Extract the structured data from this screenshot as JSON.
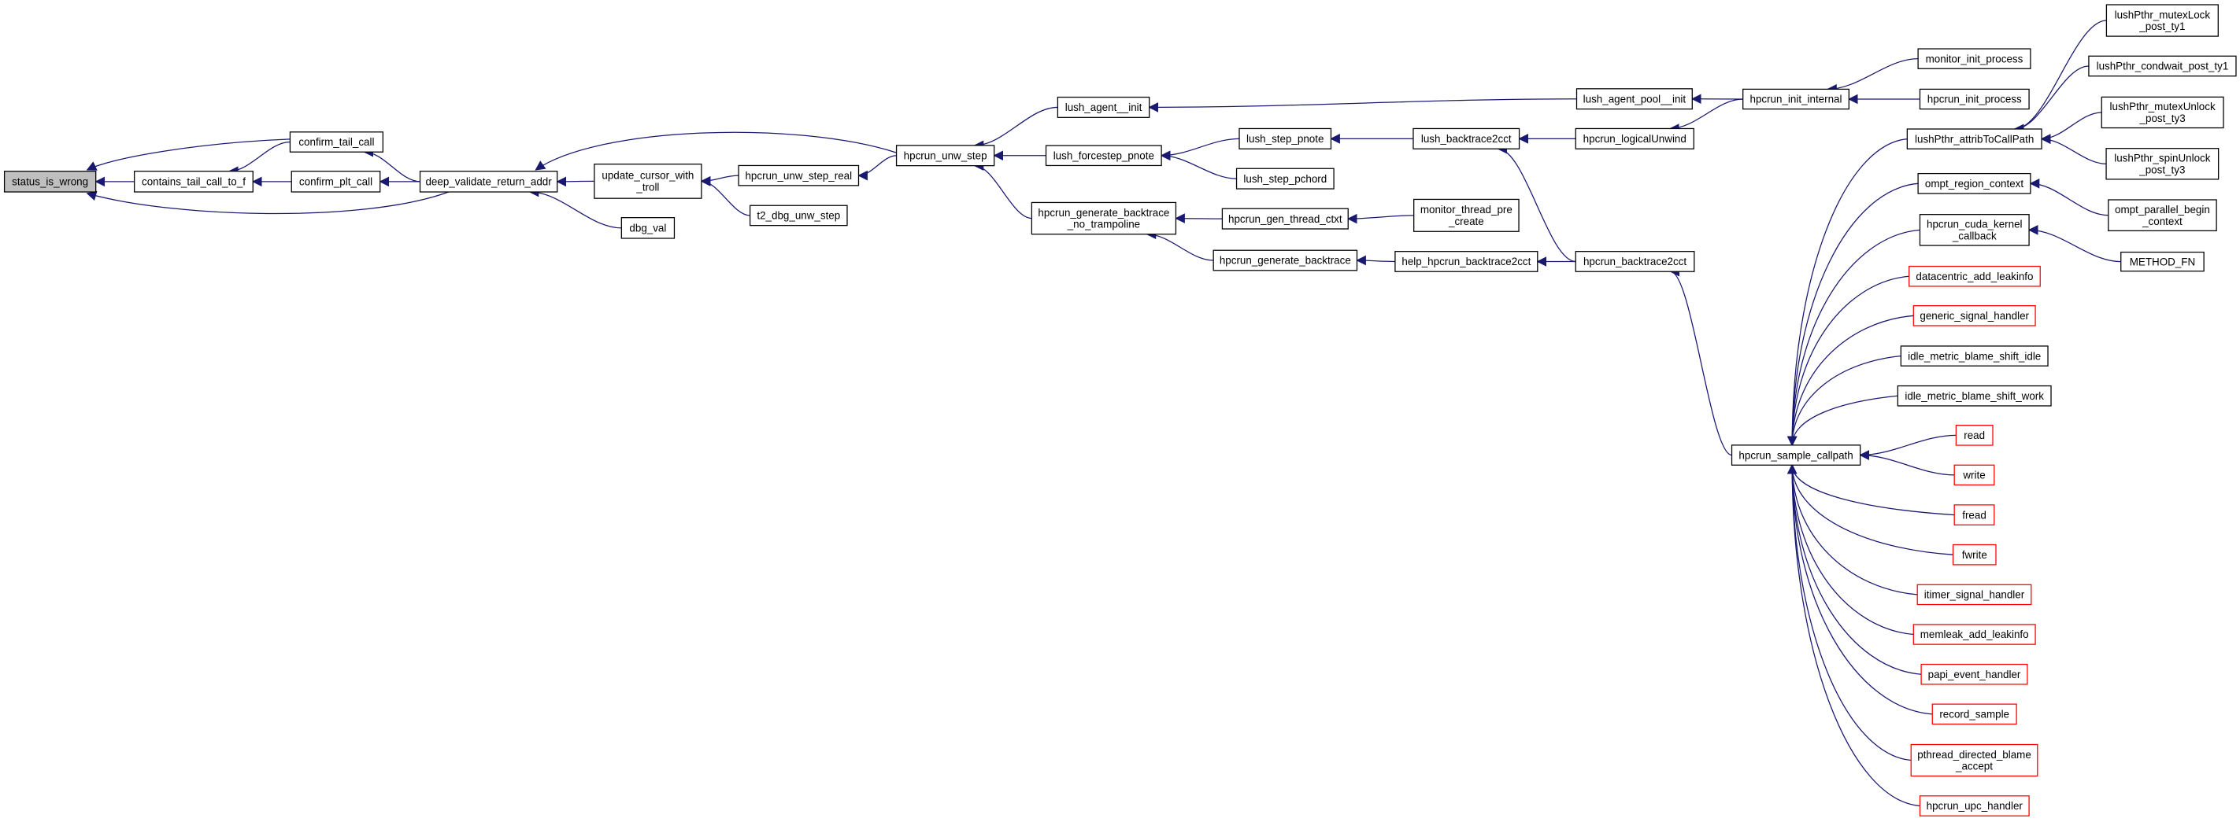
{
  "graph": {
    "title": "Caller graph of status_is_wrong",
    "colors": {
      "edge": "#191970",
      "node_border": "#000000",
      "truncated_border": "#ff0000",
      "highlight_fill": "#bfbfbf"
    },
    "nodes": [
      {
        "id": "status_is_wrong",
        "lines": [
          "status_is_wrong"
        ],
        "highlighted": true
      },
      {
        "id": "contains_tail_call_to_f",
        "lines": [
          "contains_tail_call_to_f"
        ]
      },
      {
        "id": "confirm_tail_call",
        "lines": [
          "confirm_tail_call"
        ]
      },
      {
        "id": "confirm_plt_call",
        "lines": [
          "confirm_plt_call"
        ]
      },
      {
        "id": "deep_validate_return_addr",
        "lines": [
          "deep_validate_return_addr"
        ]
      },
      {
        "id": "update_cursor_with_troll",
        "lines": [
          "update_cursor_with",
          "_troll"
        ]
      },
      {
        "id": "dbg_val",
        "lines": [
          "dbg_val"
        ]
      },
      {
        "id": "hpcrun_unw_step_real",
        "lines": [
          "hpcrun_unw_step_real"
        ]
      },
      {
        "id": "t2_dbg_unw_step",
        "lines": [
          "t2_dbg_unw_step"
        ]
      },
      {
        "id": "hpcrun_unw_step",
        "lines": [
          "hpcrun_unw_step"
        ]
      },
      {
        "id": "lush_agent__init",
        "lines": [
          "lush_agent__init"
        ]
      },
      {
        "id": "lush_forcestep_pnote",
        "lines": [
          "lush_forcestep_pnote"
        ]
      },
      {
        "id": "hpcrun_generate_backtrace_no_trampoline",
        "lines": [
          "hpcrun_generate_backtrace",
          "_no_trampoline"
        ]
      },
      {
        "id": "lush_step_pnote",
        "lines": [
          "lush_step_pnote"
        ]
      },
      {
        "id": "lush_step_pchord",
        "lines": [
          "lush_step_pchord"
        ]
      },
      {
        "id": "hpcrun_gen_thread_ctxt",
        "lines": [
          "hpcrun_gen_thread_ctxt"
        ]
      },
      {
        "id": "hpcrun_generate_backtrace",
        "lines": [
          "hpcrun_generate_backtrace"
        ]
      },
      {
        "id": "lush_backtrace2cct",
        "lines": [
          "lush_backtrace2cct"
        ]
      },
      {
        "id": "monitor_thread_pre_create",
        "lines": [
          "monitor_thread_pre",
          "_create"
        ]
      },
      {
        "id": "help_hpcrun_backtrace2cct",
        "lines": [
          "help_hpcrun_backtrace2cct"
        ]
      },
      {
        "id": "lush_agent_pool__init",
        "lines": [
          "lush_agent_pool__init"
        ]
      },
      {
        "id": "hpcrun_logicalUnwind",
        "lines": [
          "hpcrun_logicalUnwind"
        ]
      },
      {
        "id": "hpcrun_backtrace2cct",
        "lines": [
          "hpcrun_backtrace2cct"
        ]
      },
      {
        "id": "hpcrun_init_internal",
        "lines": [
          "hpcrun_init_internal"
        ]
      },
      {
        "id": "monitor_init_process",
        "lines": [
          "monitor_init_process"
        ]
      },
      {
        "id": "hpcrun_init_process",
        "lines": [
          "hpcrun_init_process"
        ]
      },
      {
        "id": "hpcrun_sample_callpath",
        "lines": [
          "hpcrun_sample_callpath"
        ]
      },
      {
        "id": "lushPthr_attribToCallPath",
        "lines": [
          "lushPthr_attribToCallPath"
        ]
      },
      {
        "id": "ompt_region_context",
        "lines": [
          "ompt_region_context"
        ]
      },
      {
        "id": "hpcrun_cuda_kernel_callback",
        "lines": [
          "hpcrun_cuda_kernel",
          "_callback"
        ]
      },
      {
        "id": "datacentric_add_leakinfo",
        "lines": [
          "datacentric_add_leakinfo"
        ],
        "truncated": true
      },
      {
        "id": "generic_signal_handler",
        "lines": [
          "generic_signal_handler"
        ],
        "truncated": true
      },
      {
        "id": "idle_metric_blame_shift_idle",
        "lines": [
          "idle_metric_blame_shift_idle"
        ]
      },
      {
        "id": "idle_metric_blame_shift_work",
        "lines": [
          "idle_metric_blame_shift_work"
        ]
      },
      {
        "id": "read",
        "lines": [
          "read"
        ],
        "truncated": true
      },
      {
        "id": "write",
        "lines": [
          "write"
        ],
        "truncated": true
      },
      {
        "id": "fread",
        "lines": [
          "fread"
        ],
        "truncated": true
      },
      {
        "id": "fwrite",
        "lines": [
          "fwrite"
        ],
        "truncated": true
      },
      {
        "id": "itimer_signal_handler",
        "lines": [
          "itimer_signal_handler"
        ],
        "truncated": true
      },
      {
        "id": "memleak_add_leakinfo",
        "lines": [
          "memleak_add_leakinfo"
        ],
        "truncated": true
      },
      {
        "id": "papi_event_handler",
        "lines": [
          "papi_event_handler"
        ],
        "truncated": true
      },
      {
        "id": "record_sample",
        "lines": [
          "record_sample"
        ],
        "truncated": true
      },
      {
        "id": "pthread_directed_blame_accept",
        "lines": [
          "pthread_directed_blame",
          "_accept"
        ],
        "truncated": true
      },
      {
        "id": "hpcrun_upc_handler",
        "lines": [
          "hpcrun_upc_handler"
        ],
        "truncated": true
      },
      {
        "id": "lushPthr_mutexLock_post_ty1",
        "lines": [
          "lushPthr_mutexLock",
          "_post_ty1"
        ]
      },
      {
        "id": "lushPthr_condwait_post_ty1",
        "lines": [
          "lushPthr_condwait_post_ty1"
        ]
      },
      {
        "id": "lushPthr_mutexUnlock_post_ty3",
        "lines": [
          "lushPthr_mutexUnlock",
          "_post_ty3"
        ]
      },
      {
        "id": "lushPthr_spinUnlock_post_ty3",
        "lines": [
          "lushPthr_spinUnlock",
          "_post_ty3"
        ]
      },
      {
        "id": "ompt_parallel_begin_context",
        "lines": [
          "ompt_parallel_begin",
          "_context"
        ]
      },
      {
        "id": "METHOD_FN",
        "lines": [
          "METHOD_FN"
        ]
      }
    ],
    "edges": [
      [
        "contains_tail_call_to_f",
        "status_is_wrong"
      ],
      [
        "confirm_tail_call",
        "status_is_wrong"
      ],
      [
        "deep_validate_return_addr",
        "status_is_wrong"
      ],
      [
        "confirm_tail_call",
        "contains_tail_call_to_f"
      ],
      [
        "confirm_plt_call",
        "contains_tail_call_to_f"
      ],
      [
        "deep_validate_return_addr",
        "confirm_tail_call"
      ],
      [
        "deep_validate_return_addr",
        "confirm_plt_call"
      ],
      [
        "update_cursor_with_troll",
        "deep_validate_return_addr"
      ],
      [
        "dbg_val",
        "deep_validate_return_addr"
      ],
      [
        "hpcrun_unw_step",
        "deep_validate_return_addr"
      ],
      [
        "hpcrun_unw_step_real",
        "update_cursor_with_troll"
      ],
      [
        "t2_dbg_unw_step",
        "update_cursor_with_troll"
      ],
      [
        "hpcrun_unw_step",
        "hpcrun_unw_step_real"
      ],
      [
        "lush_agent__init",
        "hpcrun_unw_step"
      ],
      [
        "lush_forcestep_pnote",
        "hpcrun_unw_step"
      ],
      [
        "hpcrun_generate_backtrace_no_trampoline",
        "hpcrun_unw_step"
      ],
      [
        "lush_step_pnote",
        "lush_forcestep_pnote"
      ],
      [
        "lush_step_pchord",
        "lush_forcestep_pnote"
      ],
      [
        "hpcrun_gen_thread_ctxt",
        "hpcrun_generate_backtrace_no_trampoline"
      ],
      [
        "hpcrun_generate_backtrace",
        "hpcrun_generate_backtrace_no_trampoline"
      ],
      [
        "lush_backtrace2cct",
        "lush_step_pnote"
      ],
      [
        "monitor_thread_pre_create",
        "hpcrun_gen_thread_ctxt"
      ],
      [
        "help_hpcrun_backtrace2cct",
        "hpcrun_generate_backtrace"
      ],
      [
        "lush_agent_pool__init",
        "lush_agent__init"
      ],
      [
        "hpcrun_logicalUnwind",
        "lush_backtrace2cct"
      ],
      [
        "hpcrun_backtrace2cct",
        "lush_backtrace2cct"
      ],
      [
        "hpcrun_backtrace2cct",
        "help_hpcrun_backtrace2cct"
      ],
      [
        "hpcrun_init_internal",
        "lush_agent_pool__init"
      ],
      [
        "hpcrun_init_internal",
        "hpcrun_logicalUnwind"
      ],
      [
        "monitor_init_process",
        "hpcrun_init_internal"
      ],
      [
        "hpcrun_init_process",
        "hpcrun_init_internal"
      ],
      [
        "hpcrun_sample_callpath",
        "hpcrun_backtrace2cct"
      ],
      [
        "lushPthr_attribToCallPath",
        "hpcrun_sample_callpath"
      ],
      [
        "ompt_region_context",
        "hpcrun_sample_callpath"
      ],
      [
        "hpcrun_cuda_kernel_callback",
        "hpcrun_sample_callpath"
      ],
      [
        "datacentric_add_leakinfo",
        "hpcrun_sample_callpath"
      ],
      [
        "generic_signal_handler",
        "hpcrun_sample_callpath"
      ],
      [
        "idle_metric_blame_shift_idle",
        "hpcrun_sample_callpath"
      ],
      [
        "idle_metric_blame_shift_work",
        "hpcrun_sample_callpath"
      ],
      [
        "read",
        "hpcrun_sample_callpath"
      ],
      [
        "write",
        "hpcrun_sample_callpath"
      ],
      [
        "fread",
        "hpcrun_sample_callpath"
      ],
      [
        "fwrite",
        "hpcrun_sample_callpath"
      ],
      [
        "itimer_signal_handler",
        "hpcrun_sample_callpath"
      ],
      [
        "memleak_add_leakinfo",
        "hpcrun_sample_callpath"
      ],
      [
        "papi_event_handler",
        "hpcrun_sample_callpath"
      ],
      [
        "record_sample",
        "hpcrun_sample_callpath"
      ],
      [
        "pthread_directed_blame_accept",
        "hpcrun_sample_callpath"
      ],
      [
        "hpcrun_upc_handler",
        "hpcrun_sample_callpath"
      ],
      [
        "lushPthr_mutexLock_post_ty1",
        "lushPthr_attribToCallPath"
      ],
      [
        "lushPthr_condwait_post_ty1",
        "lushPthr_attribToCallPath"
      ],
      [
        "lushPthr_mutexUnlock_post_ty3",
        "lushPthr_attribToCallPath"
      ],
      [
        "lushPthr_spinUnlock_post_ty3",
        "lushPthr_attribToCallPath"
      ],
      [
        "ompt_parallel_begin_context",
        "ompt_region_context"
      ],
      [
        "METHOD_FN",
        "hpcrun_cuda_kernel_callback"
      ]
    ]
  }
}
